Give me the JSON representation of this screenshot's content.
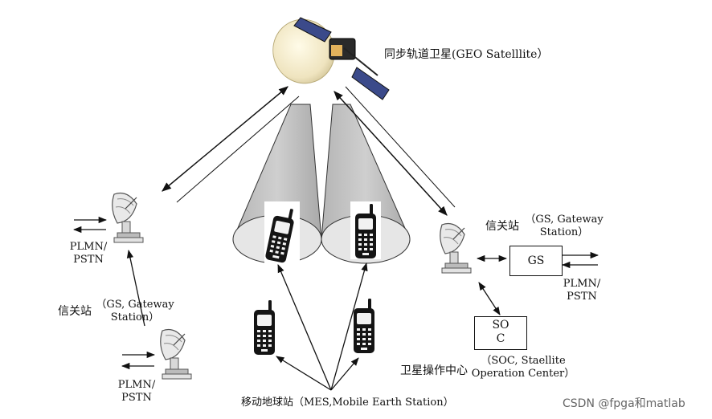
{
  "satellite": {
    "label": "同步轨道卫星(GEO Satelllite）"
  },
  "gateway_left_top": {
    "network_line1": "PLMN/",
    "network_line2": "PSTN"
  },
  "gateway_left_caption": {
    "zh": "信关站",
    "en_line1": "（GS, Gateway",
    "en_line2": "Station）"
  },
  "gateway_left_bottom": {
    "network_line1": "PLMN/",
    "network_line2": "PSTN"
  },
  "gateway_right": {
    "caption_zh": "信关站",
    "caption_en_line1": "（GS, Gateway",
    "caption_en_line2": "Station）",
    "box_label": "GS",
    "network_line1": "PLMN/",
    "network_line2": "PSTN"
  },
  "soc": {
    "box_line1": "SO",
    "box_line2": "C",
    "caption_zh": "卫星操作中心",
    "caption_en_line1": "（SOC, Staellite",
    "caption_en_line2": "Operation Center）"
  },
  "mes": {
    "label": "移动地球站（MES,Mobile Earth Station）"
  },
  "watermark": "CSDN @fpga和matlab"
}
